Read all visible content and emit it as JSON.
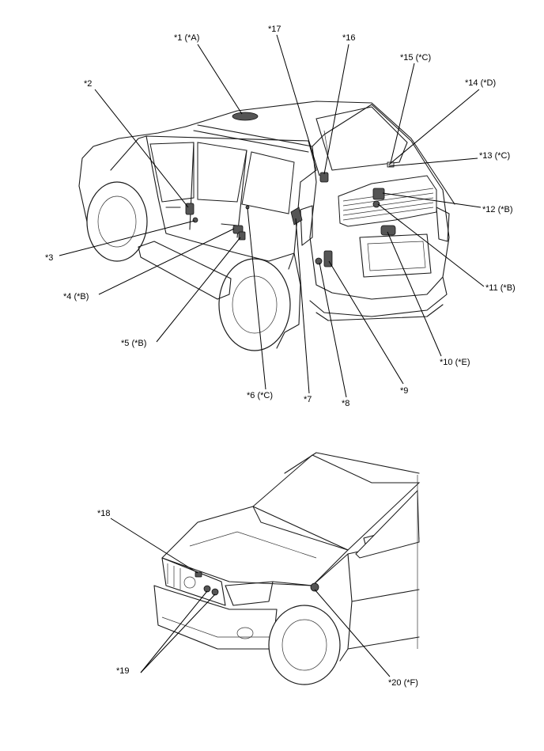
{
  "callouts": [
    {
      "id": "1",
      "text": "*1 (*A)"
    },
    {
      "id": "2",
      "text": "*2"
    },
    {
      "id": "3",
      "text": "*3"
    },
    {
      "id": "4",
      "text": "*4 (*B)"
    },
    {
      "id": "5",
      "text": "*5 (*B)"
    },
    {
      "id": "6",
      "text": "*6 (*C)"
    },
    {
      "id": "7",
      "text": "*7"
    },
    {
      "id": "8",
      "text": "*8"
    },
    {
      "id": "9",
      "text": "*9"
    },
    {
      "id": "10",
      "text": "*10 (*E)"
    },
    {
      "id": "11",
      "text": "*11 (*B)"
    },
    {
      "id": "12",
      "text": "*12 (*B)"
    },
    {
      "id": "13",
      "text": "*13 (*C)"
    },
    {
      "id": "14",
      "text": "*14 (*D)"
    },
    {
      "id": "15",
      "text": "*15 (*C)"
    },
    {
      "id": "16",
      "text": "*16"
    },
    {
      "id": "17",
      "text": "*17"
    },
    {
      "id": "18",
      "text": "*18"
    },
    {
      "id": "19",
      "text": "*19"
    },
    {
      "id": "20",
      "text": "*20 (*F)"
    }
  ]
}
